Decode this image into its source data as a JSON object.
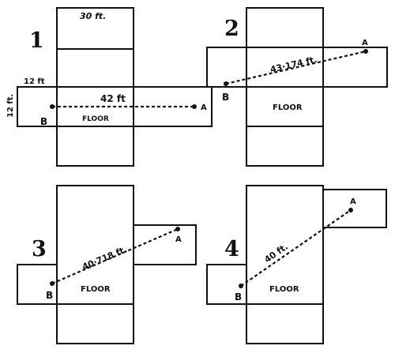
{
  "panels": [
    {
      "number": "1",
      "floor_label": "FLOOR",
      "top_dimension": "30 ft.",
      "side_label_top": "12 ft",
      "side_label_left": "12 ft.",
      "distance_label": "42 ft",
      "point_a": "A",
      "point_b": "B"
    },
    {
      "number": "2",
      "floor_label": "FLOOR",
      "distance_label": "43·174 ft.",
      "point_a": "A",
      "point_b": "B"
    },
    {
      "number": "3",
      "floor_label": "FLOOR",
      "distance_label": "40·718 ft.",
      "point_a": "A",
      "point_b": "B"
    },
    {
      "number": "4",
      "floor_label": "FLOOR",
      "distance_label": "40 ft.",
      "point_a": "A",
      "point_b": "B"
    }
  ],
  "colors": {
    "ink": "#111111",
    "paper": "#ffffff"
  }
}
